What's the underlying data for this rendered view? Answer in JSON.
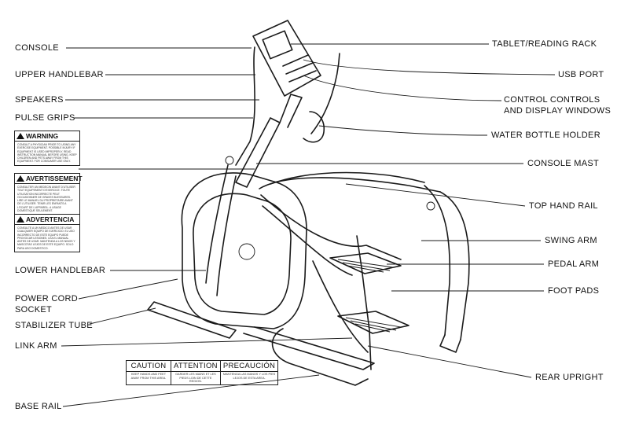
{
  "labels_left": {
    "console": "CONSOLE",
    "upper_handlebar": "UPPER HANDLEBAR",
    "speakers": "SPEAKERS",
    "pulse_grips": "PULSE GRIPS",
    "lower_handlebar": "LOWER HANDLEBAR",
    "power_cord_line1": "POWER CORD",
    "power_cord_line2": "SOCKET",
    "stabilizer_tube": "STABILIZER TUBE",
    "link_arm": "LINK ARM",
    "base_rail": "BASE RAIL"
  },
  "labels_right": {
    "tablet_rack": "TABLET/READING RACK",
    "usb_port": "USB PORT",
    "control_line1": "CONTROL CONTROLS",
    "control_line2": "AND DISPLAY WINDOWS",
    "water_bottle": "WATER BOTTLE HOLDER",
    "console_mast": "CONSOLE MAST",
    "top_hand_rail": "TOP HAND RAIL",
    "swing_arm": "SWING ARM",
    "pedal_arm": "PEDAL ARM",
    "foot_pads": "FOOT PADS",
    "rear_upright": "REAR UPRIGHT"
  },
  "warnings": [
    {
      "title": "WARNING",
      "body": "CONSULT A PHYSICIAN PRIOR TO USING ANY EXERCISE EQUIPMENT. POSSIBLE INJURY IF EQUIPMENT IS USED IMPROPERLY. READ INSTRUCTION MANUAL BEFORE USING. KEEP CHILDREN AND PETS AWAY FROM THIS EQUIPMENT. FOR CONSUMER USE ONLY."
    },
    {
      "title": "AVERTISSEMENT",
      "body": "CONSULTER UN MEDECIN AVANT D'UTILISER TOUT EQUIPEMENT D'EXERCICE. TOUTE UTILISATION INCORRECTE PEUT OCCASIONNER DE GRAVES BLESSURES. LIRE LE MANUEL DU PROPRIETAIRE AVANT DE L'UTILISER. TENIR LES ENFANTS A L'ECART DE L'APPAREIL. A USAGE DOMESTIQUE SEULEMENT."
    },
    {
      "title": "ADVERTENCIA",
      "body": "CONSULTE A UN MEDICO ANTES DE USAR CUALQUIER EQUIPO DE EJERCICIO. EL USO INCORRECTO DE ESTE EQUIPO PUEDE PROVOCAR LESIONES. LEA EL MANUAL ANTES DE USAR. MANTENGA A LOS NINOS Y MASCOTAS LEJOS DE ESTE EQUIPO. SOLO PARA USO DOMESTICO."
    }
  ],
  "caution_table": [
    {
      "title": "CAUTION",
      "body": "KEEP HANDS AND FEET AWAY FROM THIS AREA."
    },
    {
      "title": "ATTENTION",
      "body": "GARDER LES MAINS ET LES PIEDS LOIN DE CETTE REGION."
    },
    {
      "title": "PRECAUCIÓN",
      "body": "MANTENGA LAS MANOS Y LOS PIES LEJOS DE ESTA AREA."
    }
  ]
}
